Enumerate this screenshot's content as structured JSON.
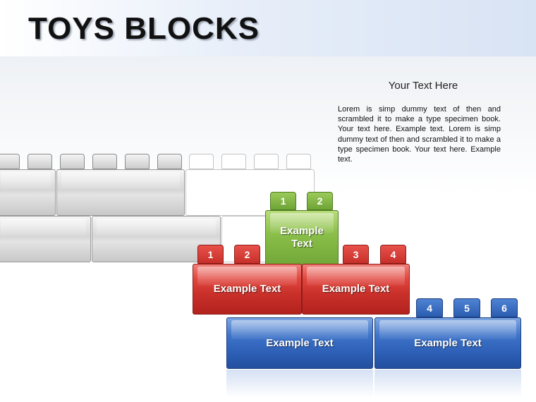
{
  "title": "TOYS BLOCKS",
  "text_panel": {
    "heading": "Your Text Here",
    "body": "Lorem is simp dummy text of then and scrambled it to make a type specimen book. Your text here. Example text. Lorem is simp dummy text of then and scrambled it to make a type specimen book. Your text here. Example text."
  },
  "green_block": {
    "label": "Example Text",
    "studs": [
      "1",
      "2"
    ],
    "color": "#8cc04b"
  },
  "red_blocks": {
    "labels": [
      "Example Text",
      "Example Text"
    ],
    "studs": [
      "1",
      "2",
      "3",
      "4"
    ],
    "color": "#d63a33"
  },
  "blue_blocks": {
    "labels": [
      "Example Text",
      "Example Text"
    ],
    "studs": [
      "4",
      "5",
      "6"
    ],
    "color": "#3a6fc4"
  },
  "grey_color": "#d9d9d9"
}
